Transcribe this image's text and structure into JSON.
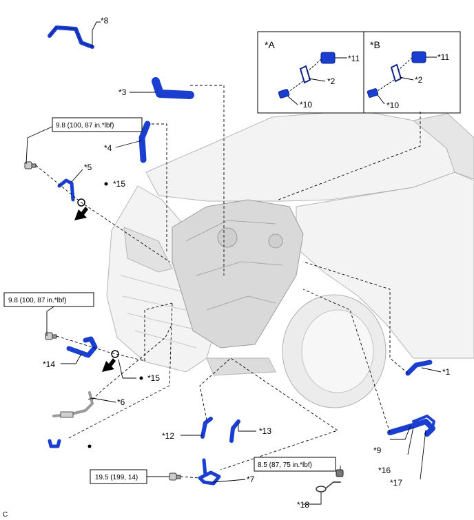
{
  "callouts": {
    "c1": "*1",
    "c2a": "*2",
    "c2b": "*2",
    "c3": "*3",
    "c4": "*4",
    "c5": "*5",
    "c6": "*6",
    "c7": "*7",
    "c8": "*8",
    "c9": "*9",
    "c10a": "*10",
    "c10b": "*10",
    "c11a": "*11",
    "c11b": "*11",
    "c12": "*12",
    "c13": "*13",
    "c14": "*14",
    "c15a": "*15",
    "c15b": "*15",
    "c16": "*16",
    "c17": "*17",
    "c18": "*18"
  },
  "torque": {
    "t1": "9.8 (100, 87 in.*lbf)",
    "t2": "9.8 (100, 87 in.*lbf)",
    "t3": "19.5 (199, 14)",
    "t4": "8.5 (87, 75 in.*lbf)"
  },
  "insets": {
    "a": "*A",
    "b": "*B"
  },
  "corner_code": "C",
  "colors": {
    "part_blue": "#1a3fd0",
    "part_dark": "#0a1f8a",
    "vehicle_gray": "#bfbfbf",
    "line": "#000000"
  }
}
